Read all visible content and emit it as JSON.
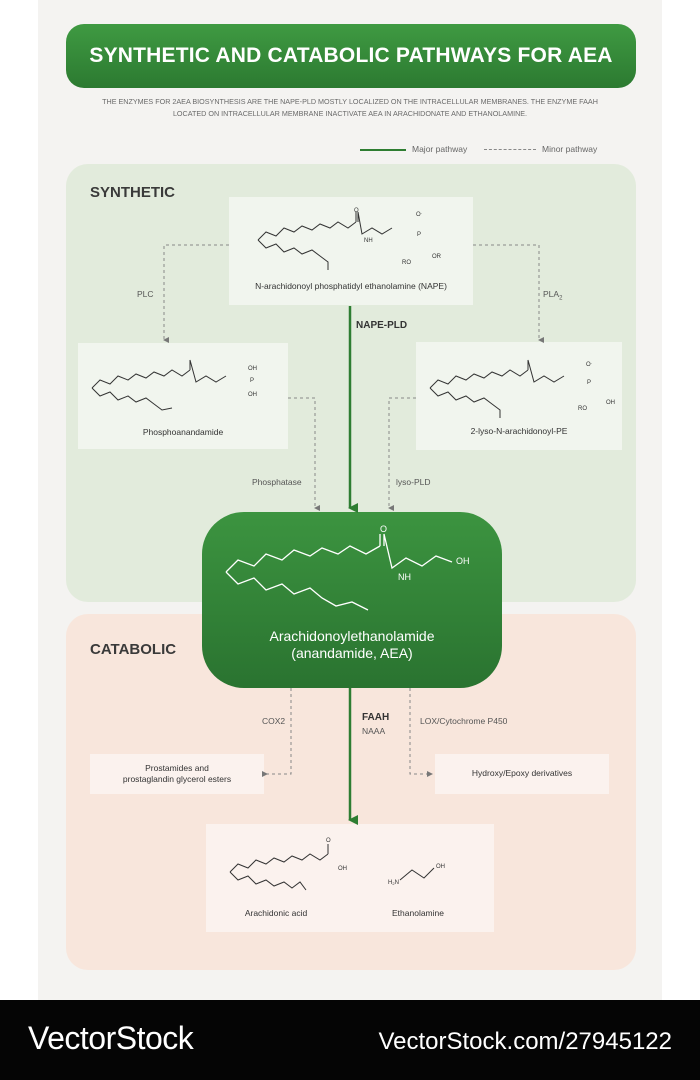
{
  "title": "SYNTHETIC AND CATABOLIC PATHWAYS FOR AEA",
  "subtitle": "THE ENZYMES FOR 2AEA BIOSYNTHESIS ARE THE NAPE-PLD MOSTLY LOCALIZED ON THE INTRACELLULAR MEMBRANES. THE ENZYME FAAH LOCATED ON INTRACELLULAR MEMBRANE INACTIVATE AEA IN ARACHIDONATE AND ETHANOLAMINE.",
  "legend": {
    "major": "Major pathway",
    "minor": "Minor pathway"
  },
  "colors": {
    "green": "#2e7d32",
    "synthetic_bg": "#e2ebdc",
    "catabolic_bg": "#f8e6dc"
  },
  "synthetic": {
    "label": "SYNTHETIC",
    "nape": "N-arachidonoyl phosphatidyl ethanolamine (NAPE)",
    "phospho": "Phosphoanandamide",
    "lyso": "2-lyso-N-arachidonoyl-PE",
    "enzymes": {
      "plc": "PLC",
      "pla2": "PLA",
      "pla2_sub": "2",
      "nape_pld": "NAPE-PLD",
      "phosphatase": "Phosphatase",
      "lyso_pld": "lyso-PLD"
    }
  },
  "center": {
    "line1": "Arachidonoylethanolamide",
    "line2": "(anandamide, AEA)"
  },
  "catabolic": {
    "label": "CATABOLIC",
    "enzymes": {
      "cox2": "COX2",
      "faah": "FAAH",
      "naaa": "NAAA",
      "lox": "LOX/Cytochrome P450"
    },
    "prostamides": [
      "Prostamides and",
      "prostaglandin glycerol esters"
    ],
    "hydroxy": "Hydroxy/Epoxy derivatives",
    "arachidonic": "Arachidonic acid",
    "ethanolamine": "Ethanolamine"
  },
  "atoms": {
    "o": "O",
    "o_minus": "O",
    "minus": "-",
    "p": "P",
    "nh": "N",
    "h": "H",
    "oh": "OH",
    "or": "OR",
    "ro": "RO",
    "h2n": "H",
    "two": "2",
    "n": "N"
  },
  "footer": {
    "brand": "VectorStock",
    "id": "VectorStock.com/27945122"
  }
}
